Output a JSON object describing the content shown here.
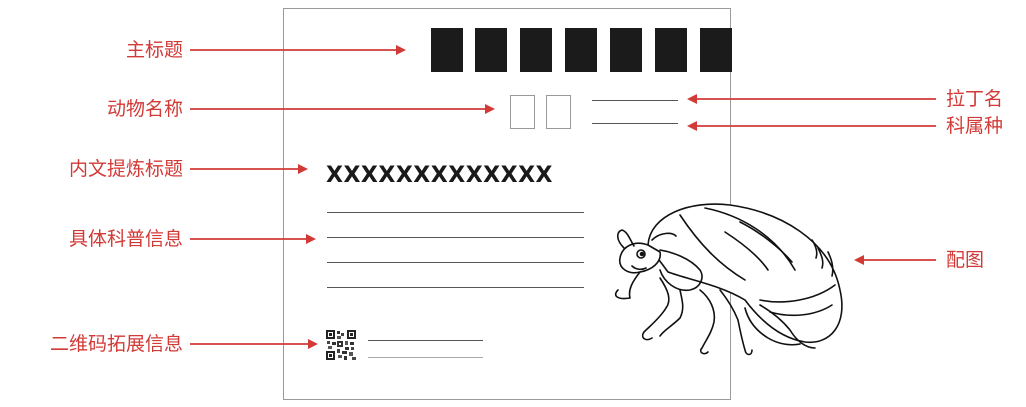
{
  "labels_left": {
    "main_title": "主标题",
    "animal_name": "动物名称",
    "inner_title": "内文提炼标题",
    "science_info": "具体科普信息",
    "qr_info": "二维码拓展信息"
  },
  "labels_right": {
    "latin_name": "拉丁名",
    "family_genus": "科属种",
    "illustration": "配图"
  },
  "card": {
    "sample_title": "XXXXXXXXXXXXX",
    "title_blocks": 7,
    "name_boxes": 2
  },
  "colors": {
    "accent": "#d23a37",
    "block": "#1b1b1b",
    "border": "#9a9a9a"
  }
}
